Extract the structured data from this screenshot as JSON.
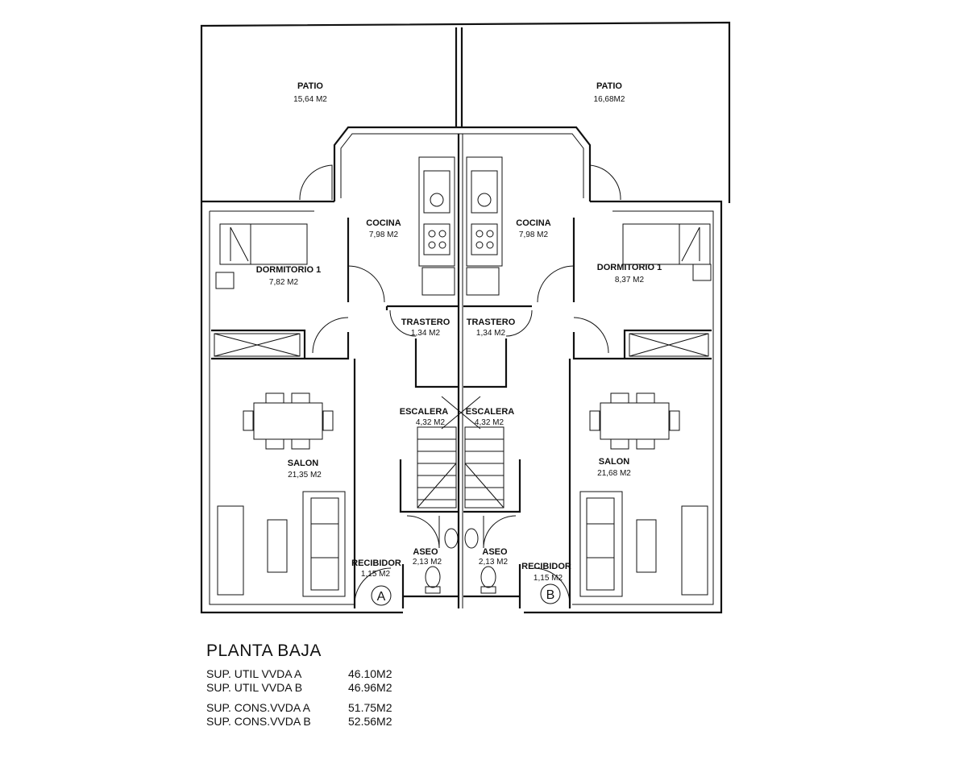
{
  "rooms": {
    "patio_a": {
      "name": "PATIO",
      "area": "15,64 M2"
    },
    "patio_b": {
      "name": "PATIO",
      "area": "16,68M2"
    },
    "cocina_a": {
      "name": "COCINA",
      "area": "7,98 M2"
    },
    "cocina_b": {
      "name": "COCINA",
      "area": "7,98 M2"
    },
    "dormitorio_a": {
      "name": "DORMITORIO 1",
      "area": "7,82 M2"
    },
    "dormitorio_b": {
      "name": "DORMITORIO 1",
      "area": "8,37 M2"
    },
    "trastero_a": {
      "name": "TRASTERO",
      "area": "1,34 M2"
    },
    "trastero_b": {
      "name": "TRASTERO",
      "area": "1,34 M2"
    },
    "escalera_a": {
      "name": "ESCALERA",
      "area": "4,32 M2"
    },
    "escalera_b": {
      "name": "ESCALERA",
      "area": "4,32 M2"
    },
    "salon_a": {
      "name": "SALON",
      "area": "21,35 M2"
    },
    "salon_b": {
      "name": "SALON",
      "area": "21,68 M2"
    },
    "aseo_a": {
      "name": "ASEO",
      "area": "2,13 M2"
    },
    "aseo_b": {
      "name": "ASEO",
      "area": "2,13 M2"
    },
    "recibidor_a": {
      "name": "RECIBIDOR",
      "area": "1,15 M2"
    },
    "recibidor_b": {
      "name": "RECIBIDOR",
      "area": "1,15 M2"
    }
  },
  "units": {
    "a": "A",
    "b": "B"
  },
  "legend": {
    "title": "PLANTA BAJA",
    "rows": [
      {
        "label": "SUP. UTIL VVDA A",
        "value": "46.10M2"
      },
      {
        "label": "SUP. UTIL VVDA B",
        "value": "46.96M2"
      },
      {
        "label": "SUP. CONS.VVDA A",
        "value": "51.75M2"
      },
      {
        "label": "SUP. CONS.VVDA B",
        "value": "52.56M2"
      }
    ]
  }
}
